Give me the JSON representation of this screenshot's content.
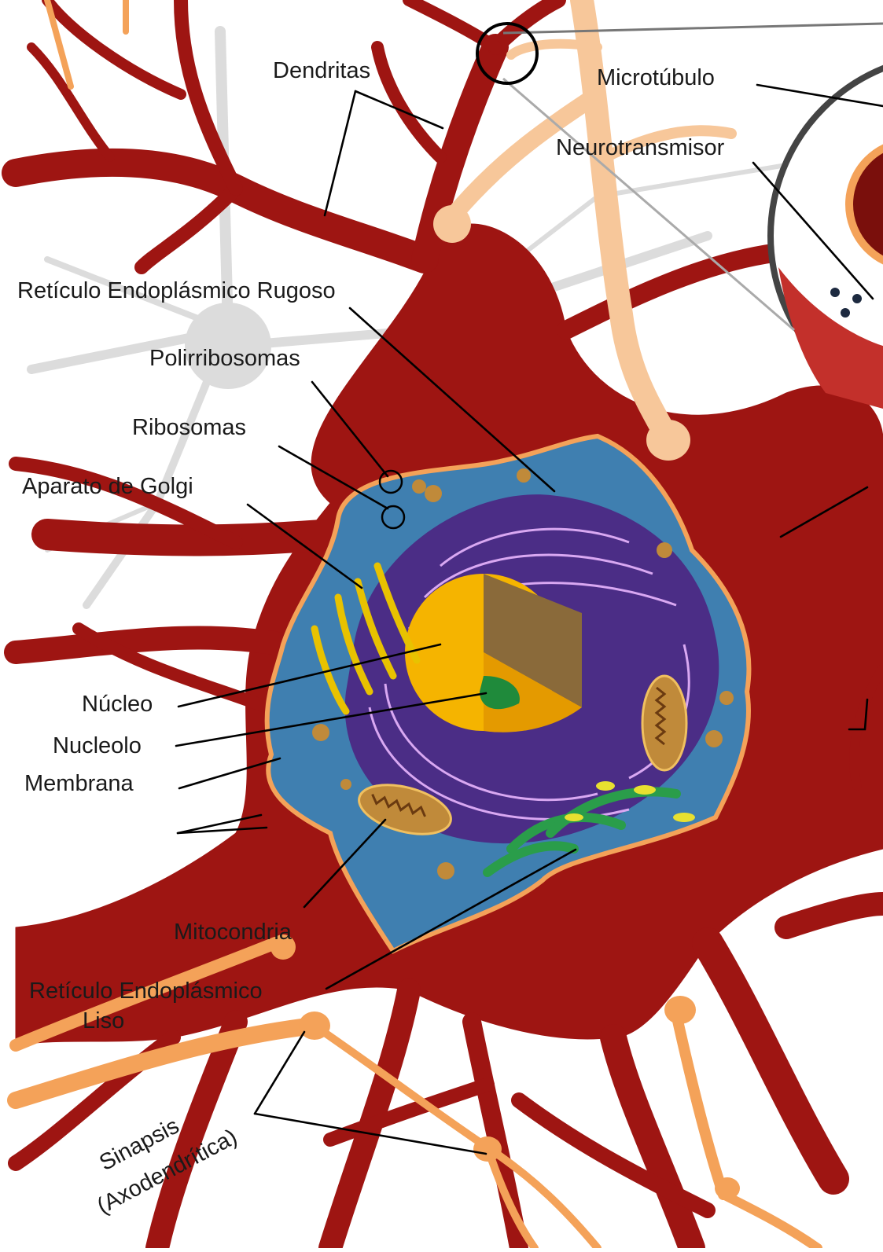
{
  "labels": {
    "dendritas": "Dendritas",
    "microtubulo": "Microtúbulo",
    "neurotransmisor": "Neurotransmisor",
    "rer": "Retículo Endoplásmico Rugoso",
    "polirribosomas": "Polirribosomas",
    "ribosomas": "Ribosomas",
    "golgi": "Aparato de Golgi",
    "nucleo": "Núcleo",
    "nucleolo": "Nucleolo",
    "membrana": "Membrana",
    "mitocondria": "Mitocondria",
    "rel_line1": "Retículo Endoplásmico",
    "rel_line2": "Liso",
    "sinapsis_line1": "Sinapsis",
    "sinapsis_line2": "(Axodendrítica)"
  },
  "colors": {
    "cytoplasm": "#9e1512",
    "axon_terminal": "#f4a259",
    "pale_dendrite": "#f7c79a",
    "background_neuron": "#d9d9d9",
    "cell_body_fill": "#3f7fb0",
    "nuclear_envelope": "#f4a259",
    "er_rough": "#4b2d86",
    "er_rough_line": "#d9a8f2",
    "nucleus": "#f5b400",
    "nucleolus": "#1f8a3b",
    "golgi": "#e8c200",
    "mitochondrion": "#c08a3a",
    "smooth_er": "#2a9d4a"
  }
}
